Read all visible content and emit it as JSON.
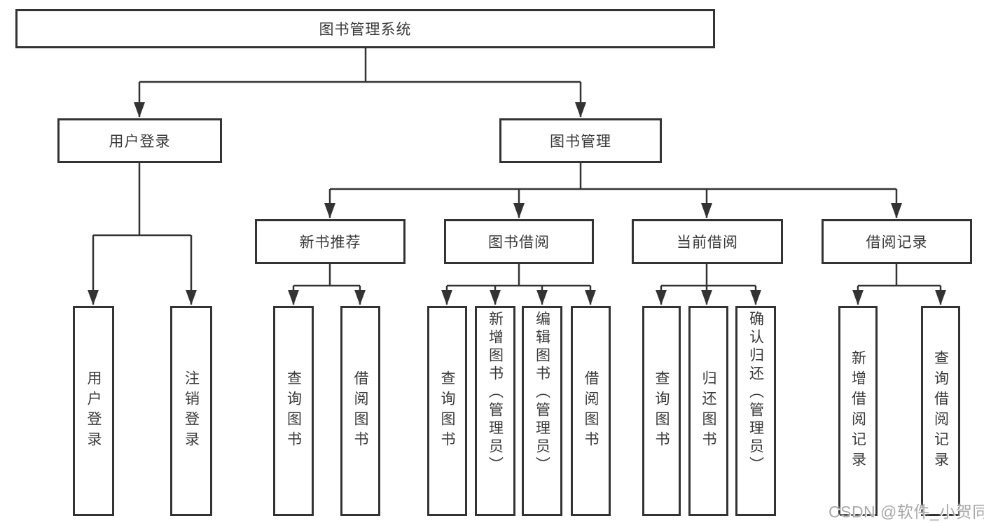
{
  "diagram": {
    "root": {
      "label": "图书管理系统"
    },
    "branches": [
      {
        "label": "用户登录",
        "children": [
          {
            "label": "用户登录"
          },
          {
            "label": "注销登录"
          }
        ]
      },
      {
        "label": "图书管理",
        "children": [
          {
            "label": "新书推荐",
            "children": [
              {
                "label": "查询图书"
              },
              {
                "label": "借阅图书"
              }
            ]
          },
          {
            "label": "图书借阅",
            "children": [
              {
                "label": "查询图书"
              },
              {
                "label": "新增图书（管理员）"
              },
              {
                "label": "编辑图书（管理员）"
              },
              {
                "label": "借阅图书"
              }
            ]
          },
          {
            "label": "当前借阅",
            "children": [
              {
                "label": "查询图书"
              },
              {
                "label": "归还图书"
              },
              {
                "label": "确认归还（管理员）"
              }
            ]
          },
          {
            "label": "借阅记录",
            "children": [
              {
                "label": "新增借阅记录"
              },
              {
                "label": "查询借阅记录"
              }
            ]
          }
        ]
      }
    ]
  },
  "watermark": {
    "text": "CSDN @软件_小贺同学"
  },
  "colors": {
    "line": "#333333",
    "text": "#3a3a3a",
    "background": "#ffffff",
    "watermark": "#a9a9a9"
  }
}
